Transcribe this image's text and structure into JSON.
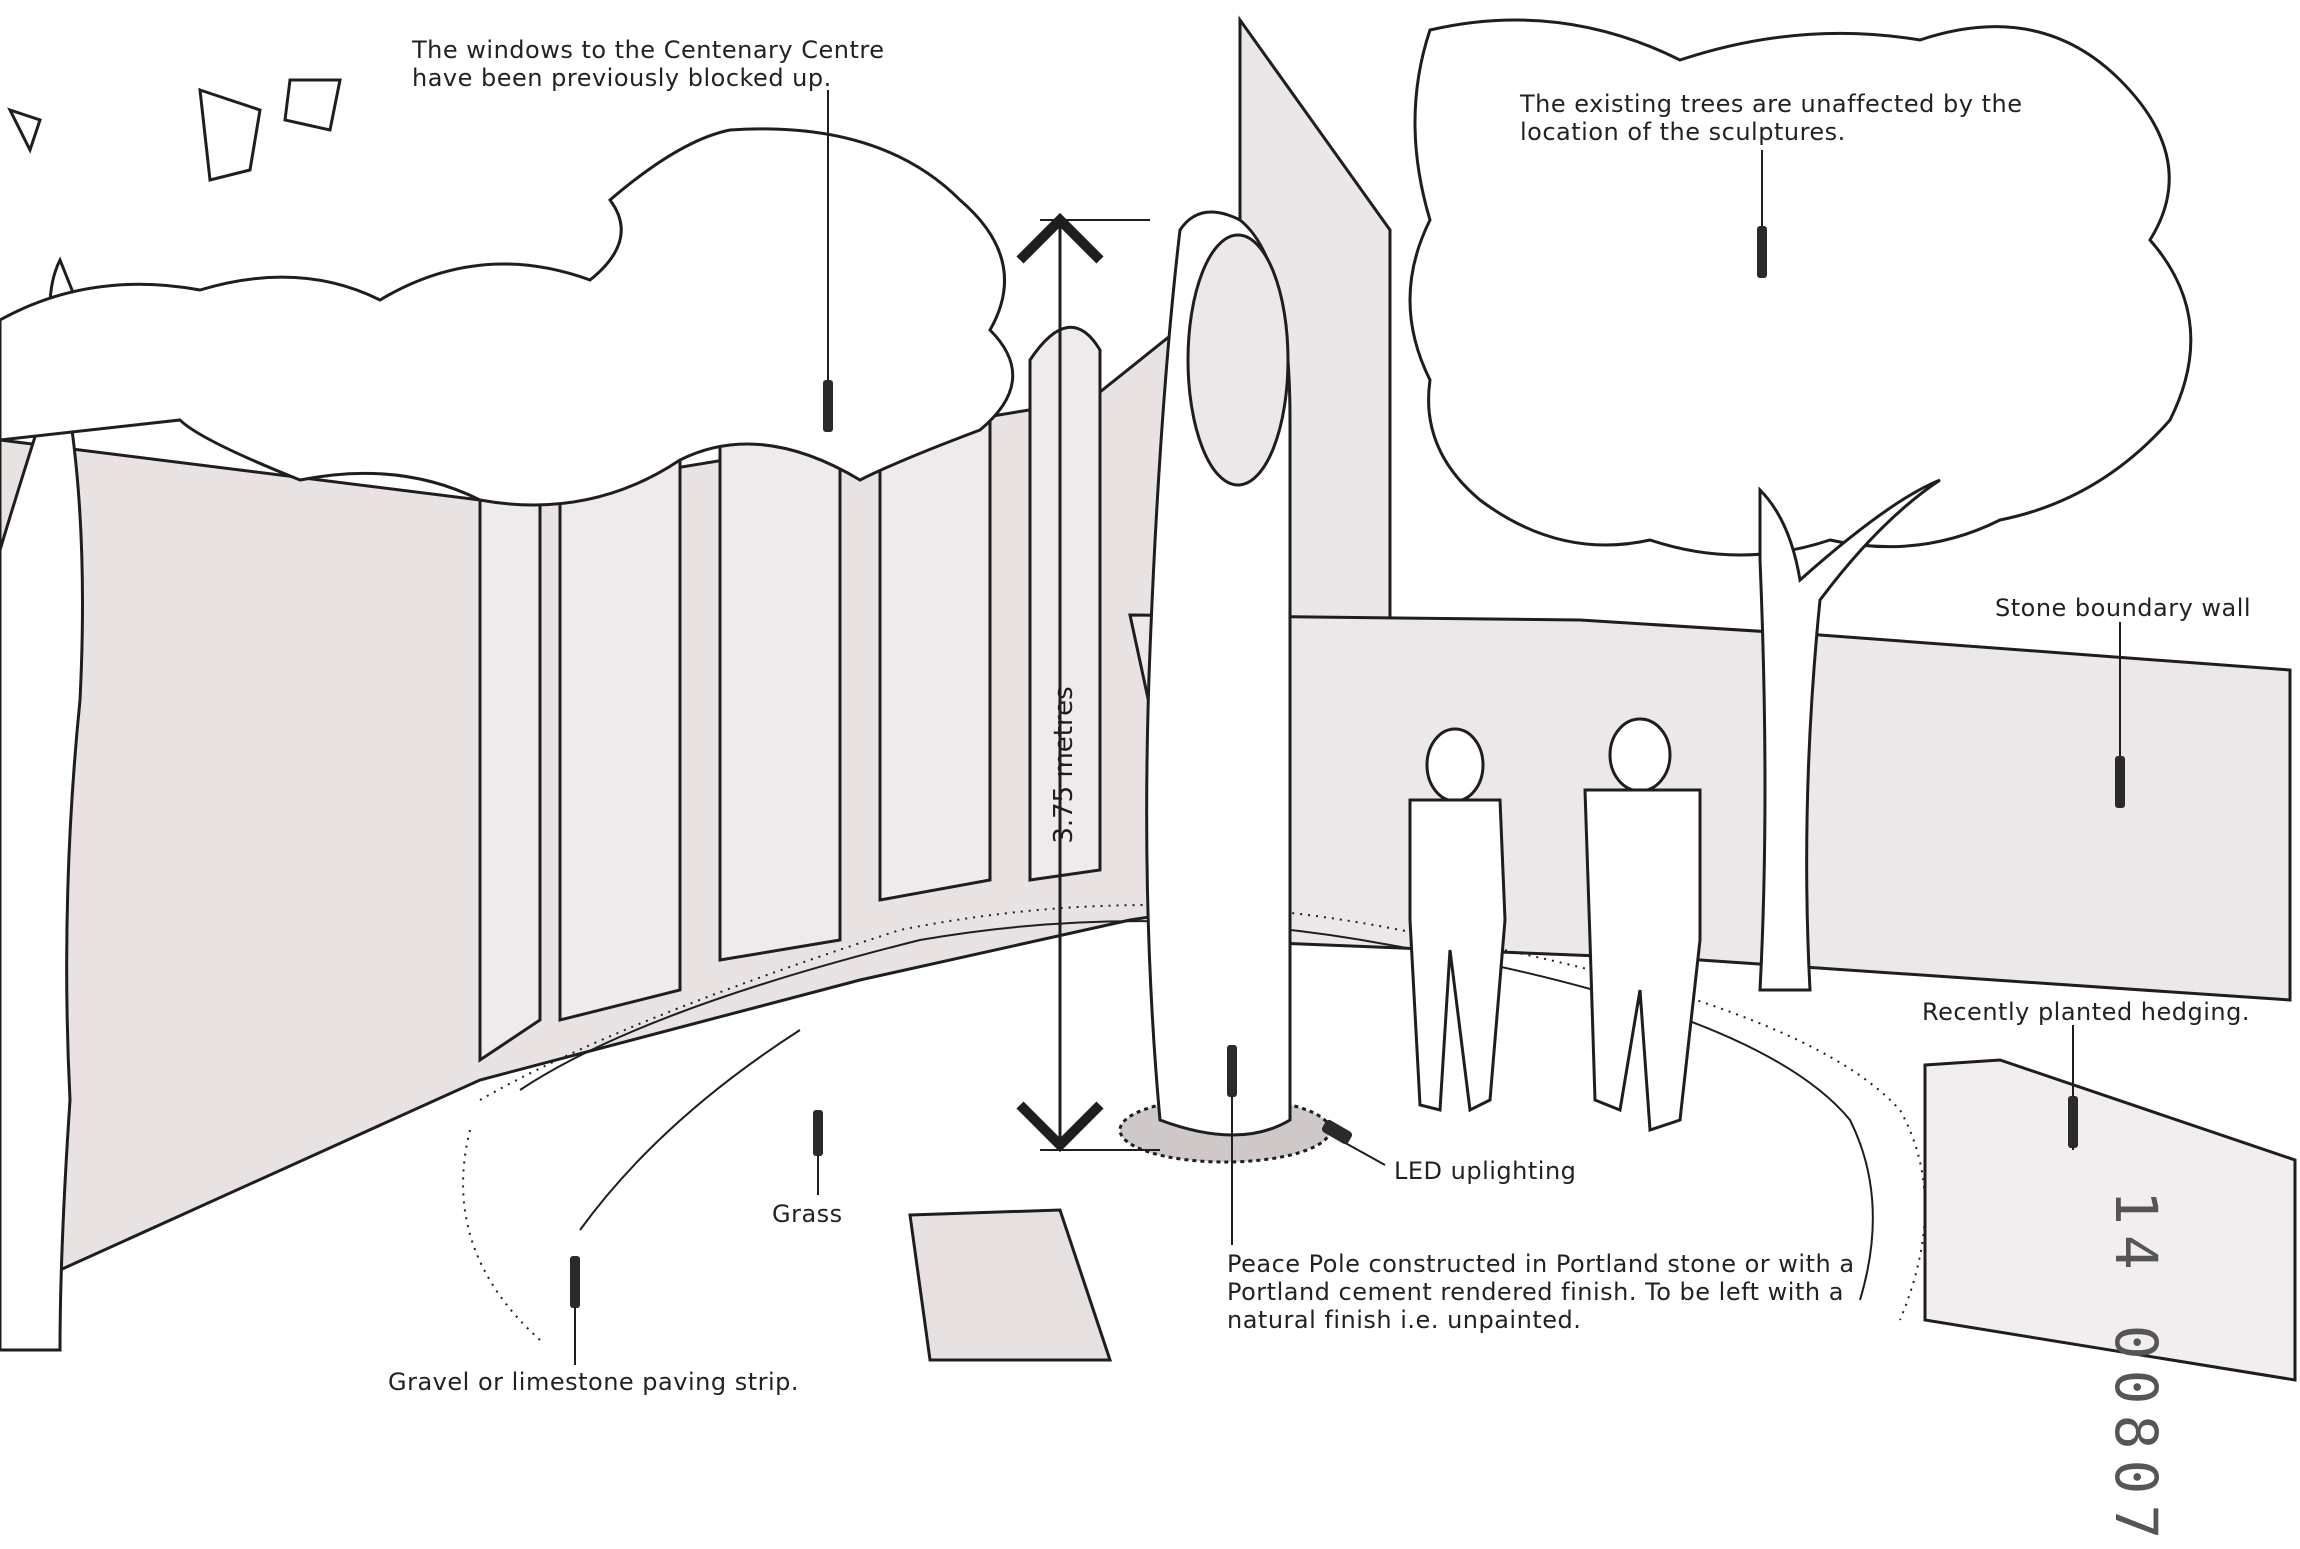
{
  "annotations": {
    "windows": [
      "The windows to the Centenary Centre",
      "have been previously blocked up."
    ],
    "trees": [
      "The existing trees are unaffected by the",
      "location of the sculptures."
    ],
    "wall": "Stone boundary wall",
    "hedging": "Recently planted hedging.",
    "led": "LED uplighting",
    "grass": "Grass",
    "gravel": "Gravel or limestone paving strip.",
    "pole": [
      "Peace Pole constructed in Portland stone or with a",
      "Portland cement rendered finish. To be left with a",
      "natural finish i.e. unpainted."
    ]
  },
  "dimension": "3.75 metres",
  "stamp": "14 00807",
  "colors": {
    "shade": "#e8e2e3",
    "ink": "#1e1e1e",
    "tag": "#2a2a2a"
  }
}
